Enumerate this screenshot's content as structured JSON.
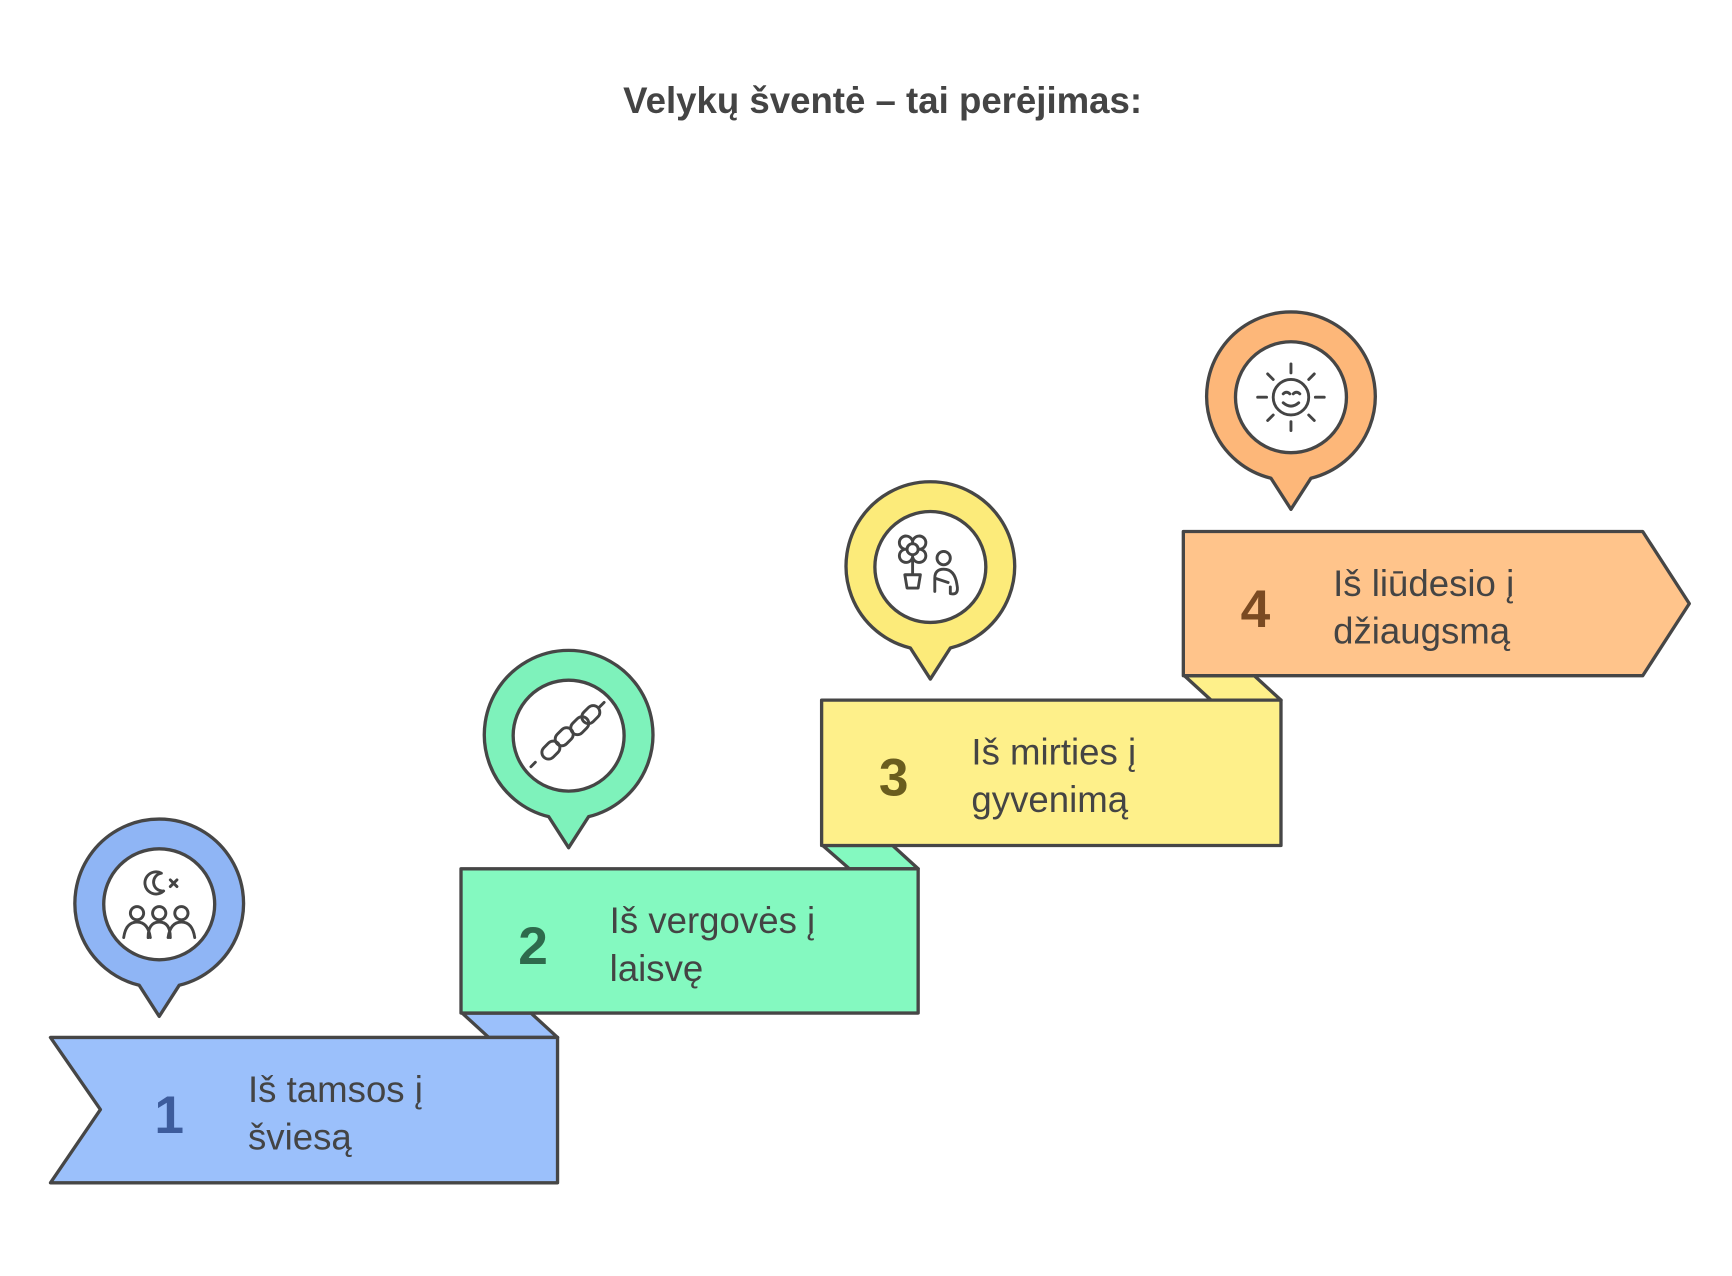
{
  "title": "Velykų šventė – tai perėjimas:",
  "steps": [
    {
      "number": "1",
      "line1": "Iš tamsos į",
      "line2": "šviesą",
      "icon": "moon-people-icon",
      "color": "#9BC0FB",
      "number_color": "#3D5C9C"
    },
    {
      "number": "2",
      "line1": "Iš vergovės į",
      "line2": "laisvę",
      "icon": "broken-chain-icon",
      "color": "#84F9C0",
      "number_color": "#2E6A4C"
    },
    {
      "number": "3",
      "line1": "Iš mirties į",
      "line2": "gyvenimą",
      "icon": "flower-person-icon",
      "color": "#FEF08A",
      "number_color": "#6A5D1E"
    },
    {
      "number": "4",
      "line1": "Iš liūdesio į",
      "line2": "džiaugsmą",
      "icon": "smiling-sun-icon",
      "color": "#FFC48B",
      "number_color": "#7A4A22"
    }
  ]
}
